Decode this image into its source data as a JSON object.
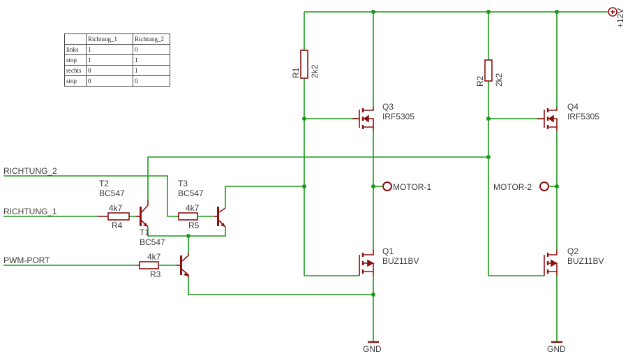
{
  "truth_table": {
    "headers": [
      "",
      "Richtung_1",
      "Richtung_2"
    ],
    "rows": [
      [
        "links",
        "1",
        "0"
      ],
      [
        "stop",
        "1",
        "1"
      ],
      [
        "rechts",
        "0",
        "1"
      ],
      [
        "stop",
        "0",
        "0"
      ]
    ]
  },
  "signals": {
    "richtung_2": "RICHTUNG_2",
    "richtung_1": "RICHTUNG_1",
    "pwm": "PWM-PORT",
    "motor_1": "MOTOR-1",
    "motor_2": "MOTOR-2",
    "supply": "+12V",
    "gnd_1": "GND",
    "gnd_2": "GND"
  },
  "components": {
    "r1": {
      "name": "R1",
      "value": "2k2"
    },
    "r2": {
      "name": "R2",
      "value": "2k2"
    },
    "r3": {
      "name": "R3",
      "value": "4k7"
    },
    "r4": {
      "name": "R4",
      "value": "4k7"
    },
    "r5": {
      "name": "R5",
      "value": "4k7"
    },
    "q1": {
      "name": "Q1",
      "value": "BUZ11BV"
    },
    "q2": {
      "name": "Q2",
      "value": "BUZ11BV"
    },
    "q3": {
      "name": "Q3",
      "value": "IRF5305"
    },
    "q4": {
      "name": "Q4",
      "value": "IRF5305"
    },
    "t1": {
      "name": "T1",
      "value": "BC547"
    },
    "t2": {
      "name": "T2",
      "value": "BC547"
    },
    "t3": {
      "name": "T3",
      "value": "BC547"
    }
  },
  "colors": {
    "wire": "#1a9a1a",
    "component": "#8b1010",
    "text": "#3c3c3c"
  }
}
